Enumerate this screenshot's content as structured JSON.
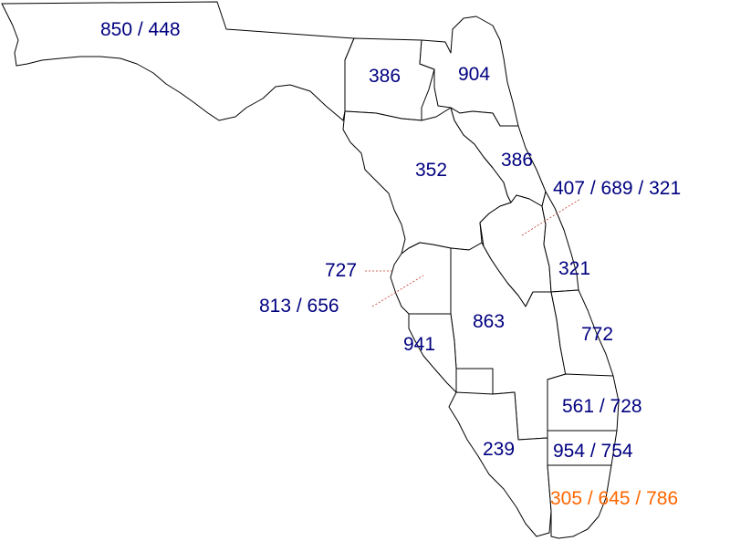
{
  "colors": {
    "label": "#000080",
    "overlay_label": "#ff6600",
    "border": "#000000",
    "fill": "#ffffff",
    "leader": "#c0392b"
  },
  "labels": {
    "nw_panhandle": "850 / 448",
    "north_central": "386",
    "northeast": "904",
    "central_west": "352",
    "northeast_coast": "386",
    "orlando": "407 / 689 / 321",
    "tampa_pinellas": "727",
    "tampa": "813 / 656",
    "space_coast": "321",
    "central": "863",
    "treasure_coast": "772",
    "sarasota": "941",
    "palm_beach": "561 / 728",
    "southwest": "239",
    "broward": "954 / 754",
    "miami_dade": "305 / 645 / 786"
  }
}
